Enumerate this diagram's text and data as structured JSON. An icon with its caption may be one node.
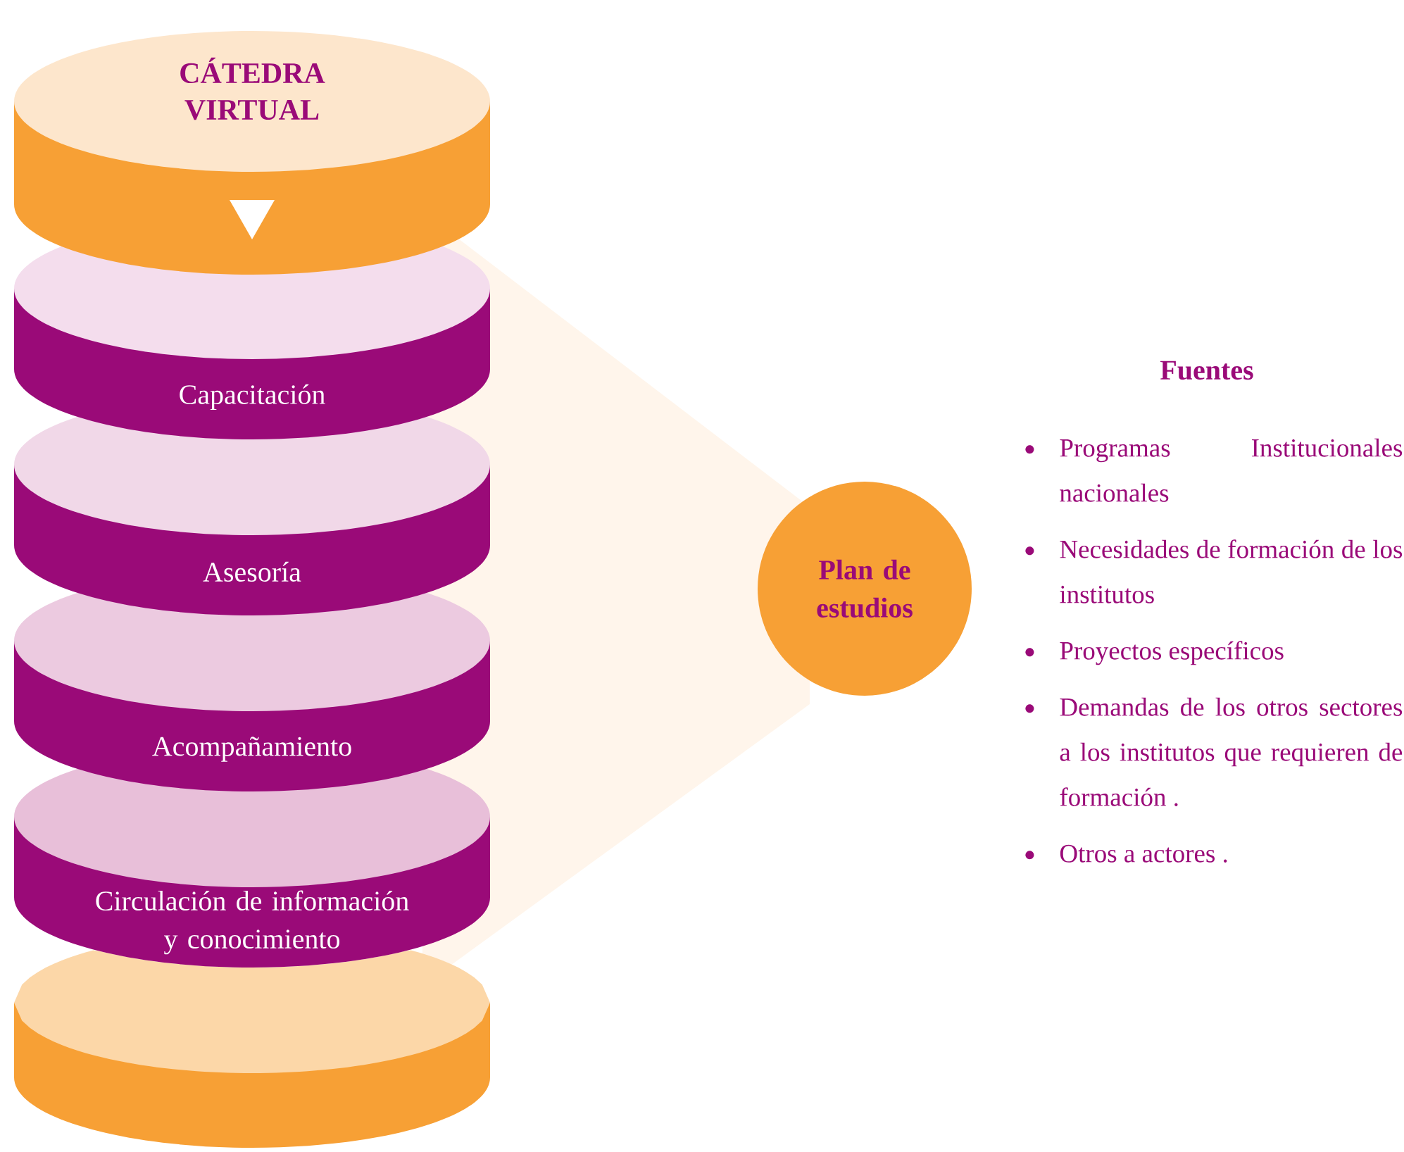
{
  "diagram": {
    "nodes": [
      {
        "text": [
          "CÁTEDRA VIRTUAL"
        ]
      },
      {
        "text": [
          "Capacitación"
        ]
      },
      {
        "text": [
          "Asesoría"
        ]
      },
      {
        "text": [
          "Acompañamiento"
        ]
      },
      {
        "text": [
          "Circulación de información y conocimiento"
        ]
      },
      {
        "text": [],
        "shape": "cylinder"
      },
      {
        "text": [
          "Plan de estudios"
        ]
      }
    ],
    "labels": [
      "Fuentes",
      "Programas Institucionales nacionales",
      "Necesidades de formación de los institutos",
      "Proyectos específicos",
      "Demandas de los otros sectores a los institutos que requieren de formación .",
      "Otros a actores ."
    ]
  }
}
